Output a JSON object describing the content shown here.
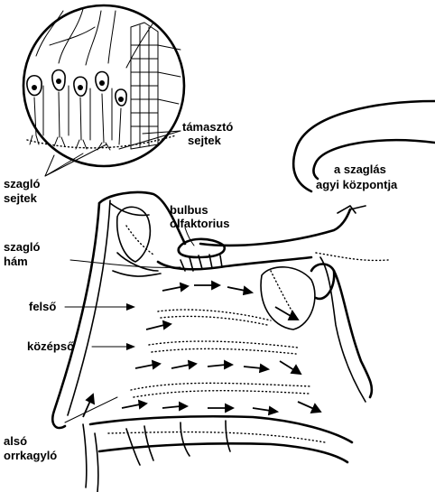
{
  "labels": {
    "tamaszto_1": "támasztó",
    "tamaszto_2": "sejtek",
    "szaglas_1": "a szaglás",
    "szaglas_2": "agyi központja",
    "szaglo_sejtek_1": "szagló",
    "szaglo_sejtek_2": "sejtek",
    "bulbus_1": "bulbus",
    "bulbus_2": "olfaktorius",
    "szaglo_ham_1": "szagló",
    "szaglo_ham_2": "hám",
    "felso": "felső",
    "kozepso": "középső",
    "also_1": "alsó",
    "also_2": "orrkagyló"
  },
  "colors": {
    "ink": "#000000",
    "background": "#ffffff"
  }
}
